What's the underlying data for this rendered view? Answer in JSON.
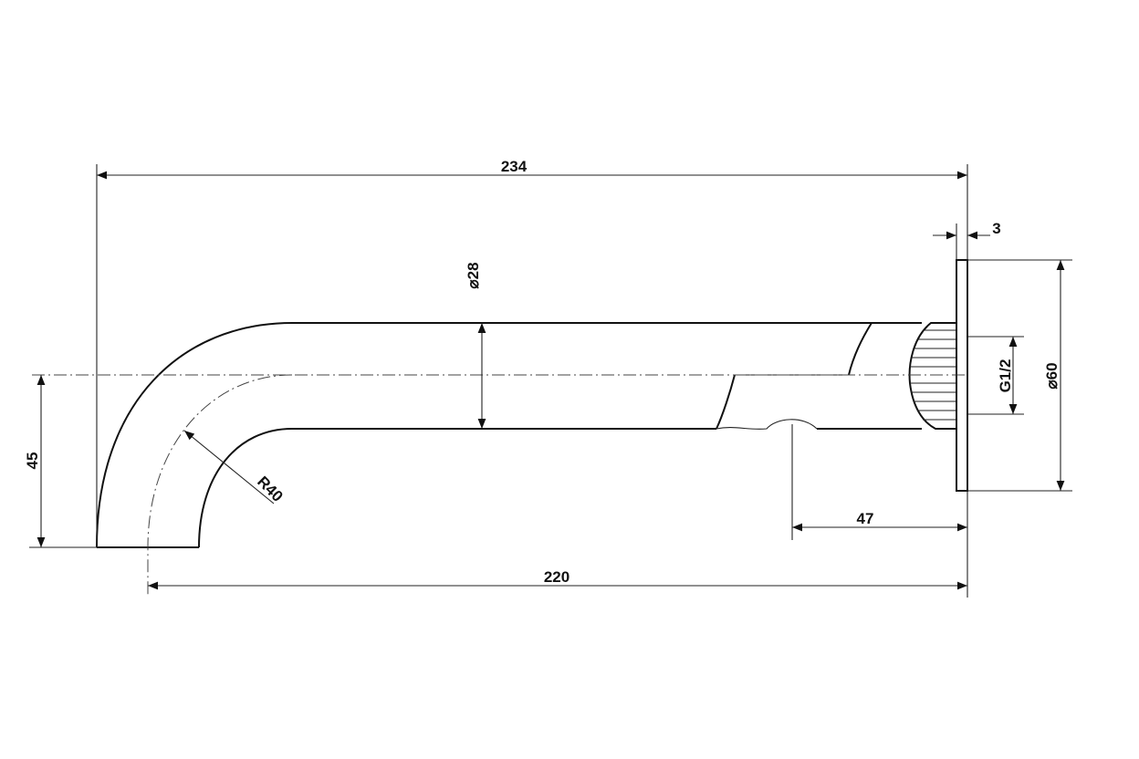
{
  "drawing": {
    "title": "Wall-mounted bath spout dimension drawing",
    "units": "mm",
    "dimensions": {
      "overall_length": "234",
      "tube_diameter": "⌀28",
      "flange_thickness": "3",
      "flange_diameter": "⌀60",
      "thread": "G1/2",
      "drop_height": "45",
      "bend_radius": "R40",
      "spout_projection": "220",
      "outlet_to_wall": "47"
    }
  }
}
